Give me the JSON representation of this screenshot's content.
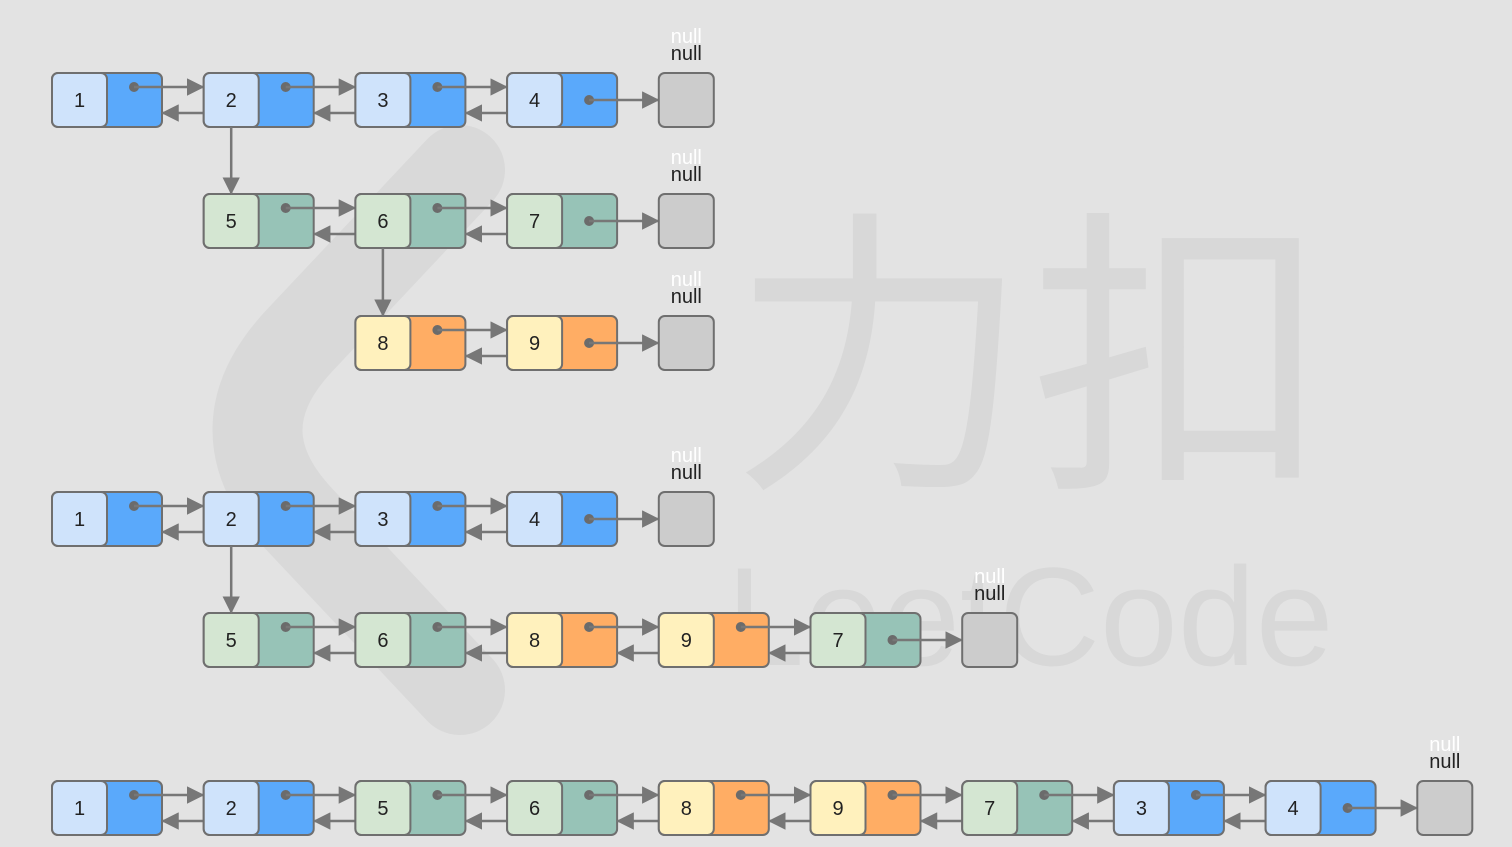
{
  "colors": {
    "background": "#e3e3e3",
    "edge": "#777777",
    "outline": "#6f6f6f",
    "null_box": "#cccccc",
    "palette": {
      "blue": {
        "value": "#cfe3fb",
        "next": "#5aa9fb"
      },
      "green": {
        "value": "#d4e6d2",
        "next": "#97c3b7"
      },
      "orange": {
        "value": "#fff1bd",
        "next": "#ffad64"
      }
    }
  },
  "null_label": "null",
  "watermark": {
    "brand_cn": "力扣",
    "brand_en": "LeetCode",
    "color": "#d7d7d7"
  },
  "diagrams": [
    {
      "name": "initial-multilevel",
      "rows": [
        {
          "nodes": [
            {
              "v": "1",
              "c": "blue"
            },
            {
              "v": "2",
              "c": "blue"
            },
            {
              "v": "3",
              "c": "blue"
            },
            {
              "v": "4",
              "c": "blue"
            }
          ]
        },
        {
          "nodes": [
            {
              "v": "5",
              "c": "green"
            },
            {
              "v": "6",
              "c": "green"
            },
            {
              "v": "7",
              "c": "green"
            }
          ]
        },
        {
          "nodes": [
            {
              "v": "8",
              "c": "orange"
            },
            {
              "v": "9",
              "c": "orange"
            }
          ]
        }
      ],
      "children": [
        {
          "from": "2",
          "to": "5"
        },
        {
          "from": "6",
          "to": "8"
        }
      ]
    },
    {
      "name": "after-first-flatten",
      "rows": [
        {
          "nodes": [
            {
              "v": "1",
              "c": "blue"
            },
            {
              "v": "2",
              "c": "blue"
            },
            {
              "v": "3",
              "c": "blue"
            },
            {
              "v": "4",
              "c": "blue"
            }
          ]
        },
        {
          "nodes": [
            {
              "v": "5",
              "c": "green"
            },
            {
              "v": "6",
              "c": "green"
            },
            {
              "v": "8",
              "c": "orange"
            },
            {
              "v": "9",
              "c": "orange"
            },
            {
              "v": "7",
              "c": "green"
            }
          ]
        }
      ],
      "children": [
        {
          "from": "2",
          "to": "5"
        }
      ]
    },
    {
      "name": "fully-flattened",
      "rows": [
        {
          "nodes": [
            {
              "v": "1",
              "c": "blue"
            },
            {
              "v": "2",
              "c": "blue"
            },
            {
              "v": "5",
              "c": "green"
            },
            {
              "v": "6",
              "c": "green"
            },
            {
              "v": "8",
              "c": "orange"
            },
            {
              "v": "9",
              "c": "orange"
            },
            {
              "v": "7",
              "c": "green"
            },
            {
              "v": "3",
              "c": "blue"
            },
            {
              "v": "4",
              "c": "blue"
            }
          ]
        }
      ],
      "children": []
    }
  ]
}
